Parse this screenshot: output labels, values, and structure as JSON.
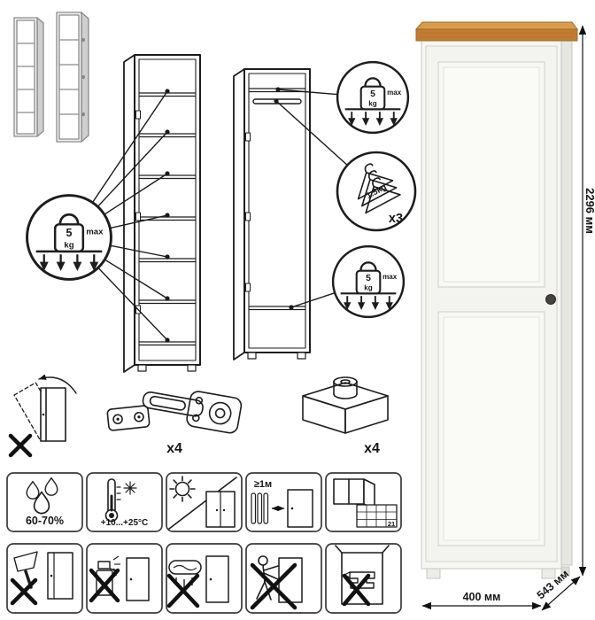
{
  "callouts": {
    "shelf_load_value": "5",
    "shelf_load_unit": "kg",
    "shelf_load_max": "max",
    "hanger_load": "1.5kg",
    "hanger_qty": "x3"
  },
  "hardware": {
    "hinge_qty": "x4",
    "leg_qty": "x4"
  },
  "environment": {
    "humidity": "60-70%",
    "temperature": "+10...+25°C",
    "min_distance": "≥1м",
    "ventilation_day": "21"
  },
  "dimensions": {
    "height": "2296 мм",
    "width": "400 мм",
    "depth": "543 мм"
  }
}
